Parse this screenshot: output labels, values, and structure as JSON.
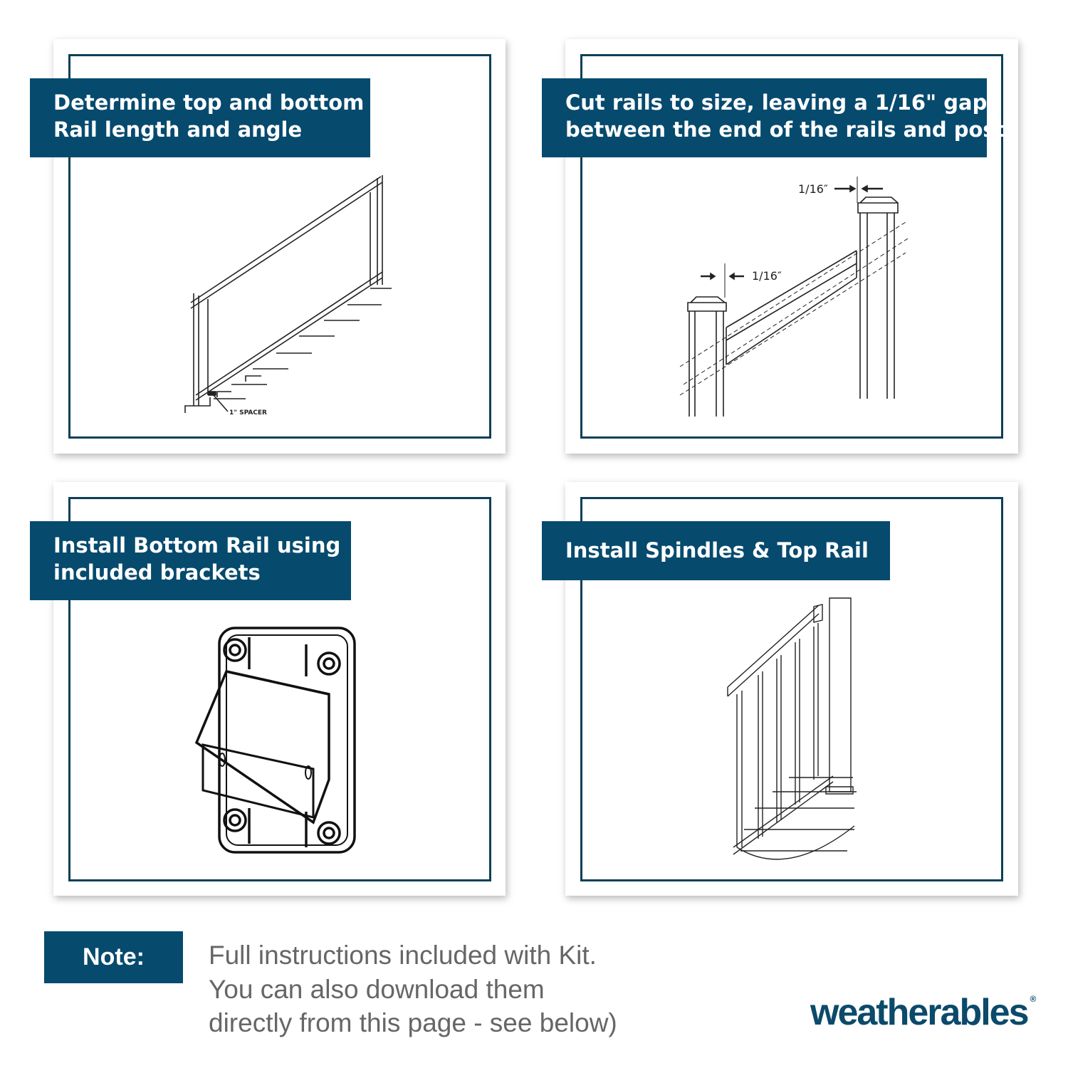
{
  "steps": [
    {
      "title_lines": [
        "Determine top and bottom",
        "Rail length and angle"
      ],
      "callout": "1\" SPACER",
      "illustration": "stair-railing-icon"
    },
    {
      "title_lines": [
        "Cut rails to size, leaving a 1/16\" gap",
        "between the end of the rails and post"
      ],
      "gap_label_top": "1/16″",
      "gap_label_left": "1/16″",
      "illustration": "rail-gap-icon"
    },
    {
      "title_lines": [
        "Install Bottom Rail using",
        "included brackets"
      ],
      "illustration": "bracket-icon"
    },
    {
      "title_lines": [
        "Install Spindles & Top Rail"
      ],
      "illustration": "spindles-rail-icon"
    }
  ],
  "note": {
    "label": "Note:",
    "lines": [
      "Full instructions included with Kit.",
      "You can also download them",
      "directly from this page - see below)"
    ]
  },
  "brand": {
    "name": "weatherables",
    "mark": "®"
  },
  "colors": {
    "banner": "#064a6e",
    "frame": "#0d3f58",
    "note_text": "#666666"
  }
}
